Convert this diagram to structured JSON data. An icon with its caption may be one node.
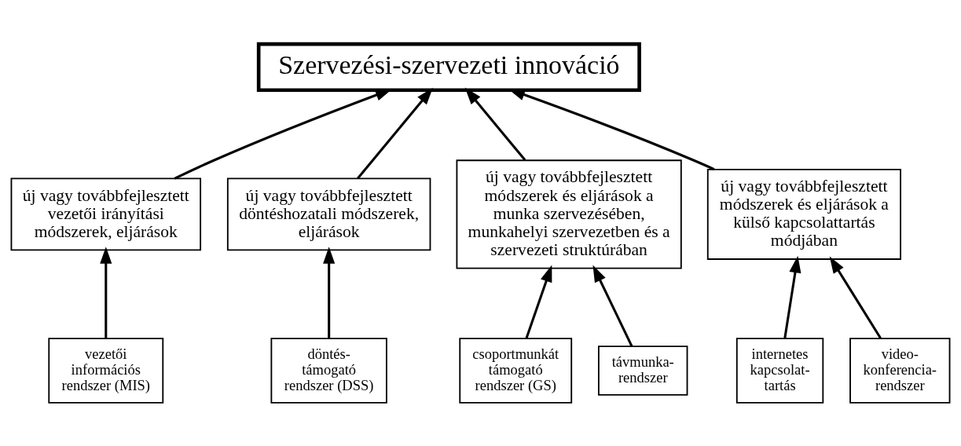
{
  "diagram": {
    "nodes": [
      {
        "text": [
          "Szervezési-szervezeti innováció"
        ]
      },
      {
        "text": [
          "új vagy továbbfejlesztett vezetői irányítási módszerek, eljárások"
        ]
      },
      {
        "text": [
          "új vagy továbbfejlesztett döntéshozatali módszerek, eljárások"
        ]
      },
      {
        "text": [
          "új vagy továbbfejlesztett módszerek és eljárások a munka szervezésében, munkahelyi szervezetben és a szervezeti struktúrában"
        ]
      },
      {
        "text": [
          "új vagy továbbfejlesztett módszerek és eljárások a külső kapcsolattartás módjában"
        ]
      },
      {
        "text": [
          "vezetői információs rendszer (MIS)"
        ]
      },
      {
        "text": [
          "döntés-támogató rendszer (DSS)"
        ]
      },
      {
        "text": [
          "csoportmunkát támogató rendszer (GS)"
        ]
      },
      {
        "text": [
          "távmunka-rendszer"
        ]
      },
      {
        "text": [
          "internetes kapcsolat-tartás"
        ]
      },
      {
        "text": [
          "video-konferencia-rendszer"
        ]
      }
    ],
    "edges": [
      {
        "from": 1,
        "to": 0,
        "arrow": "to"
      },
      {
        "from": 2,
        "to": 0,
        "arrow": "to"
      },
      {
        "from": 3,
        "to": 0,
        "arrow": "to"
      },
      {
        "from": 4,
        "to": 0,
        "arrow": "to"
      },
      {
        "from": 5,
        "to": 1,
        "arrow": "to"
      },
      {
        "from": 6,
        "to": 2,
        "arrow": "to"
      },
      {
        "from": 7,
        "to": 3,
        "arrow": "to"
      },
      {
        "from": 8,
        "to": 3,
        "arrow": "to"
      },
      {
        "from": 9,
        "to": 4,
        "arrow": "to"
      },
      {
        "from": 10,
        "to": 4,
        "arrow": "to"
      }
    ]
  }
}
